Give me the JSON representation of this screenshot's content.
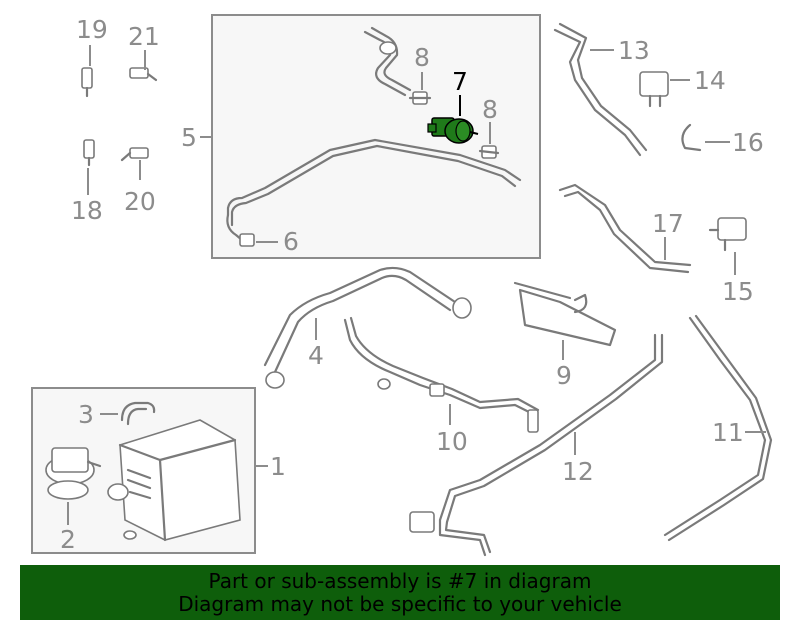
{
  "banner": {
    "line1": "Part or sub-assembly is #7 in diagram",
    "line2": "Diagram may not be specific to your vehicle"
  },
  "callouts": {
    "c1": "1",
    "c2": "2",
    "c3": "3",
    "c4": "4",
    "c5": "5",
    "c6": "6",
    "c7": "7",
    "c8a": "8",
    "c8b": "8",
    "c9": "9",
    "c10": "10",
    "c11": "11",
    "c12": "12",
    "c13": "13",
    "c14": "14",
    "c15": "15",
    "c16": "16",
    "c17": "17",
    "c18": "18",
    "c19": "19",
    "c20": "20",
    "c21": "21"
  },
  "colors": {
    "highlight_part": "#1f7a1a",
    "banner_bg": "#0e5e0b",
    "line_gray": "#8c8c8c"
  }
}
